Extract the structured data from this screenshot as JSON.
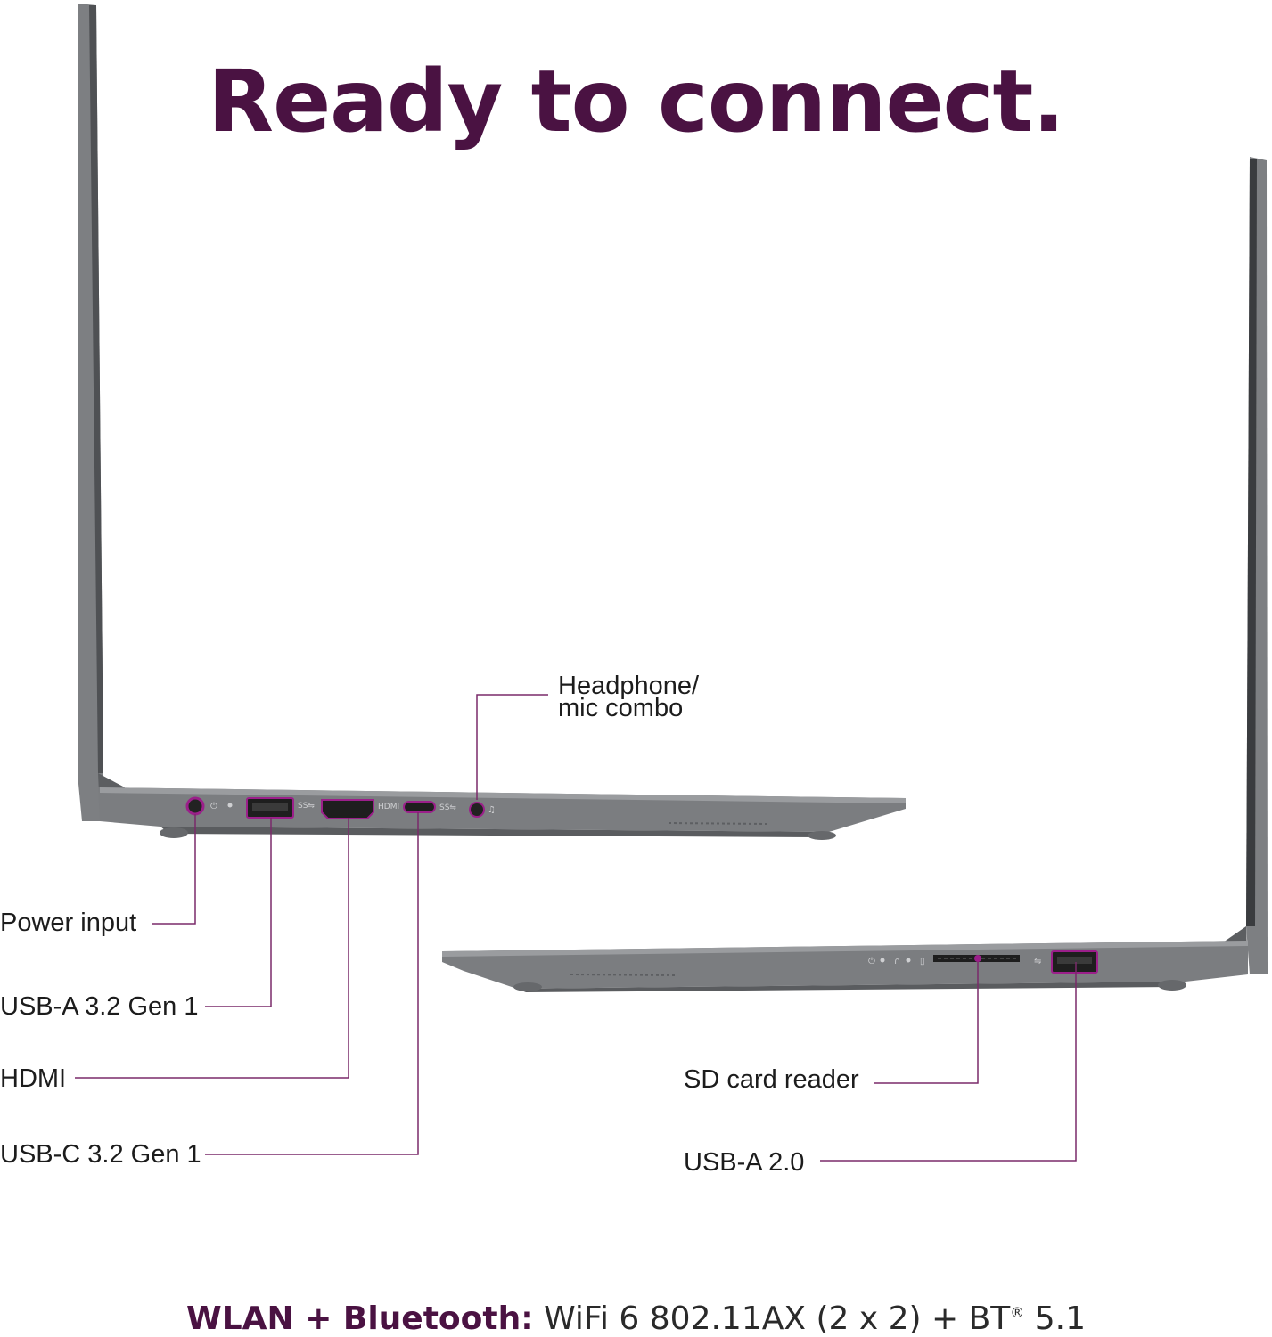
{
  "headline": "Ready to connect.",
  "labels": {
    "headphone_line1": "Headphone/",
    "headphone_line2": "mic combo",
    "power_input": "Power input",
    "usb_a_32": "USB-A 3.2 Gen 1",
    "hdmi": "HDMI",
    "usb_c_32": "USB-C 3.2 Gen 1",
    "sd_card_reader": "SD card reader",
    "usb_a_20": "USB-A 2.0"
  },
  "port_marks": {
    "hdmi_text": "HDMI"
  },
  "footer": {
    "key": "WLAN + Bluetooth:",
    "value_a": " WiFi 6 802.11AX (2 x 2) + BT",
    "reg": "®",
    "value_b": " 5.1"
  },
  "colors": {
    "brand_purple": "#4a1242",
    "leader_line": "#7a2a6a",
    "port_highlight": "#9b1f8a",
    "laptop_body": "#7b7d80",
    "laptop_dark": "#55575a"
  }
}
